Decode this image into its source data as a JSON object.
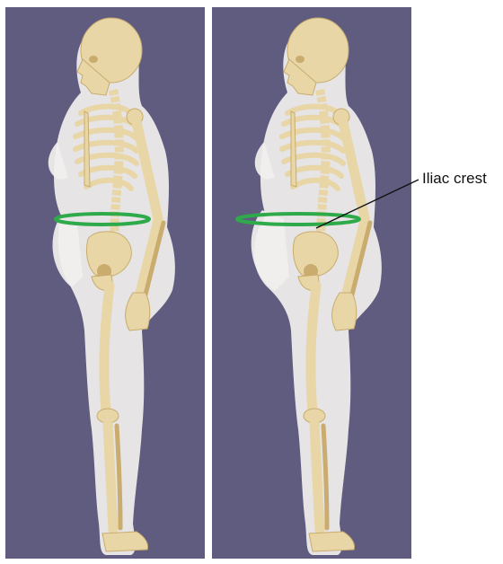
{
  "figure": {
    "background_color": "#605c80",
    "body_color": "#f2f0ee",
    "bone_color": "#e8d6a6",
    "bone_shadow": "#c9ac6e",
    "waist_line_color": "#2eaa4a",
    "panels": [
      {
        "id": "left",
        "waist_line": "at-navel-level"
      },
      {
        "id": "right",
        "waist_line": "at-iliac-crest-level"
      }
    ]
  },
  "annotations": [
    {
      "text": "Iliac crest",
      "points_to": "right-panel-iliac-crest"
    }
  ]
}
